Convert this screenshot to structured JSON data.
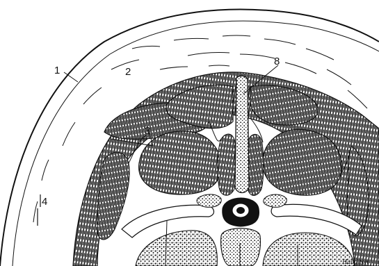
{
  "labels": {
    "l1": "1",
    "l2": "2",
    "l3": "3",
    "l4": "4",
    "l8": "8"
  },
  "signature": "Hamilton",
  "colors": {
    "ink": "#111111",
    "paper": "#ffffff",
    "hatch": "#1a1a1a"
  }
}
